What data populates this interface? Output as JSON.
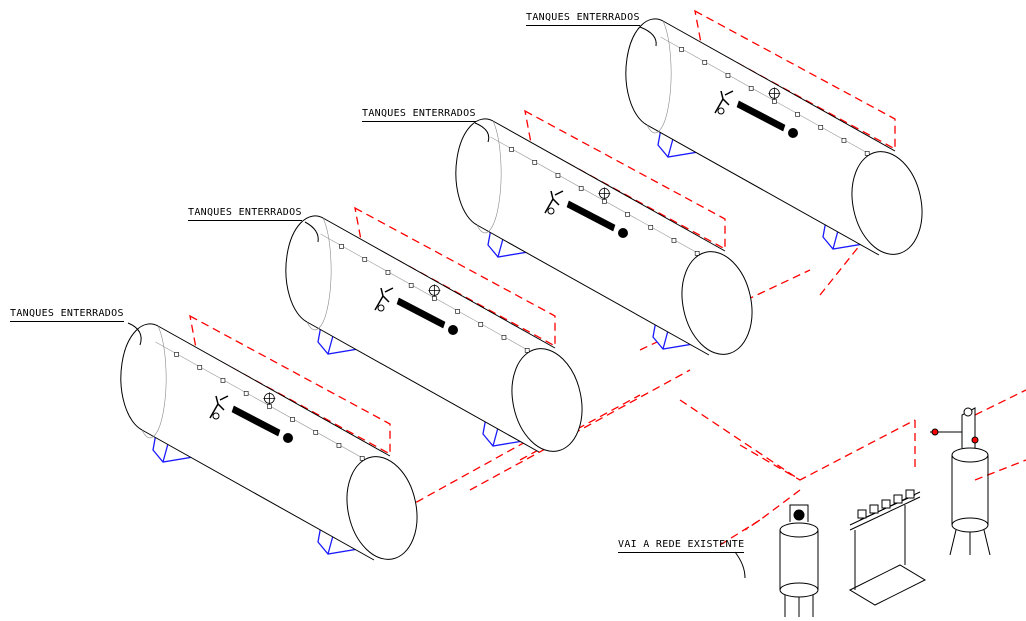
{
  "labels": {
    "tank_1": "TANQUES ENTERRADOS",
    "tank_2": "TANQUES ENTERRADOS",
    "tank_3": "TANQUES ENTERRADOS",
    "tank_4": "TANQUES ENTERRADOS",
    "network": "VAI A REDE EXISTENTE"
  },
  "colors": {
    "outline": "#000000",
    "tank_fill": "#ffffff",
    "support": "#1a1aff",
    "dashed": "#ff0000"
  }
}
